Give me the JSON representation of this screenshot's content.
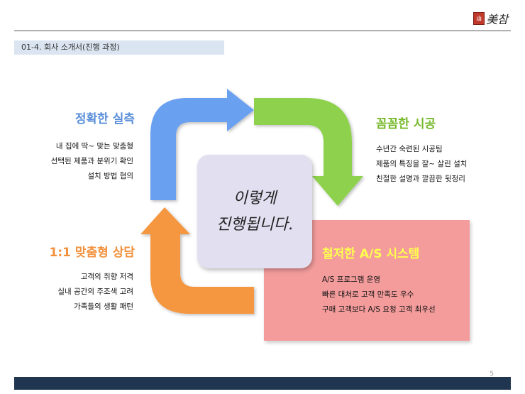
{
  "header": {
    "logo_mark": "山",
    "logo_text": "美참",
    "section_tag": "01-4. 회사 소개서(진행 과정)"
  },
  "center": {
    "text": "이렇게\n진행됩니다."
  },
  "steps": {
    "measure": {
      "title": "정확한 실측",
      "color": "#5b8fd9",
      "items": [
        "내 집에 딱~ 맞는 맞춤형",
        "선택된 제품과 분위기 확인",
        "설치 방법 협의"
      ]
    },
    "construction": {
      "title": "꼼꼼한 시공",
      "color": "#76b82a",
      "items": [
        "수년간 숙련된 시공팀",
        "제품의 특징을 잘~ 살린 설치",
        "친절한 설명과 깔끔한 뒷정리"
      ]
    },
    "as_system": {
      "title": "철저한 A/S 시스템",
      "color": "#ffff4d",
      "items": [
        "A/S 프로그램 운영",
        "빠른 대처로 고객 만족도 우수",
        "구매 고객보다 A/S 요청 고객  최우선"
      ]
    },
    "consult": {
      "title": "1:1 맞춤형 상담",
      "color": "#f2913d",
      "items": [
        "고객의 취향 저격",
        "실내 공간의 주조색 고려",
        "가족들의 생활 패턴"
      ]
    }
  },
  "arrows": {
    "blue": "#6aa0f0",
    "green": "#8ed14e",
    "orange": "#f5963f"
  },
  "footer": {
    "page_number": "5",
    "bar_color": "#1f3550"
  }
}
